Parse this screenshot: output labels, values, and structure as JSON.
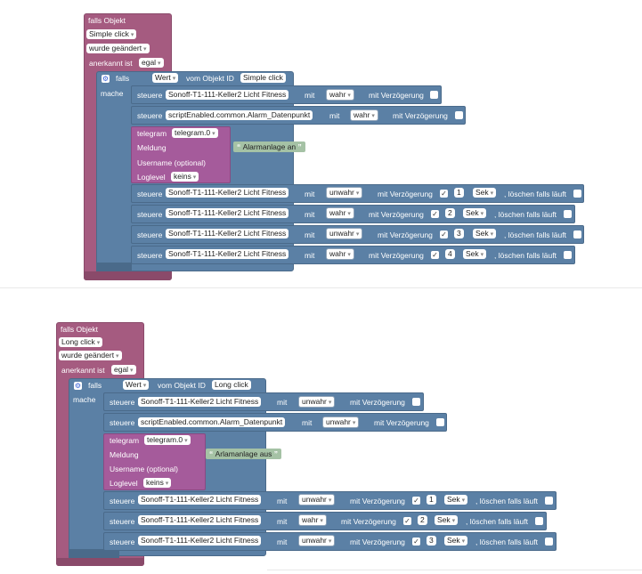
{
  "scripts": [
    {
      "head": "falls Objekt",
      "trigger": "Simple click",
      "changed": "wurde geändert",
      "ack_label": "anerkannt ist",
      "ack_value": "egal",
      "if_label": "falls",
      "if_value": "Wert",
      "if_from": "vom Objekt ID",
      "if_object": "Simple click",
      "do_label": "mache",
      "lines": [
        {
          "set": "steuere",
          "obj": "Sonoff-T1-111-Keller2 Licht Fitness",
          "mit": "mit",
          "val": "wahr",
          "delay": "mit Verzögerung",
          "checked": false
        },
        {
          "set": "steuere",
          "obj": "scriptEnabled.common.Alarm_Datenpunkt",
          "mit": "mit",
          "val": "wahr",
          "delay": "mit Verzögerung",
          "checked": false
        }
      ],
      "telegram": {
        "label": "telegram",
        "inst": "telegram.0",
        "msg_label": "Meldung",
        "msg": "Alarmanlage an",
        "user": "Username (optional)",
        "log_label": "Loglevel",
        "log": "keins"
      },
      "timed": [
        {
          "set": "steuere",
          "obj": "Sonoff-T1-111-Keller2 Licht Fitness",
          "mit": "mit",
          "val": "unwahr",
          "delay": "mit Verzögerung",
          "n": "1",
          "unit": "Sek",
          "clear": ", löschen falls läuft"
        },
        {
          "set": "steuere",
          "obj": "Sonoff-T1-111-Keller2 Licht Fitness",
          "mit": "mit",
          "val": "wahr",
          "delay": "mit Verzögerung",
          "n": "2",
          "unit": "Sek",
          "clear": ", löschen falls läuft"
        },
        {
          "set": "steuere",
          "obj": "Sonoff-T1-111-Keller2 Licht Fitness",
          "mit": "mit",
          "val": "unwahr",
          "delay": "mit Verzögerung",
          "n": "3",
          "unit": "Sek",
          "clear": ", löschen falls läuft"
        },
        {
          "set": "steuere",
          "obj": "Sonoff-T1-111-Keller2 Licht Fitness",
          "mit": "mit",
          "val": "wahr",
          "delay": "mit Verzögerung",
          "n": "4",
          "unit": "Sek",
          "clear": ", löschen falls läuft"
        }
      ]
    },
    {
      "head": "falls Objekt",
      "trigger": "Long click",
      "changed": "wurde geändert",
      "ack_label": "anerkannt ist",
      "ack_value": "egal",
      "if_label": "falls",
      "if_value": "Wert",
      "if_from": "vom Objekt ID",
      "if_object": "Long click",
      "do_label": "mache",
      "lines": [
        {
          "set": "steuere",
          "obj": "Sonoff-T1-111-Keller2 Licht Fitness",
          "mit": "mit",
          "val": "unwahr",
          "delay": "mit Verzögerung",
          "checked": false
        },
        {
          "set": "steuere",
          "obj": "scriptEnabled.common.Alarm_Datenpunkt",
          "mit": "mit",
          "val": "unwahr",
          "delay": "mit Verzögerung",
          "checked": false
        }
      ],
      "telegram": {
        "label": "telegram",
        "inst": "telegram.0",
        "msg_label": "Meldung",
        "msg": "Arlamanlage aus",
        "user": "Username (optional)",
        "log_label": "Loglevel",
        "log": "keins"
      },
      "timed": [
        {
          "set": "steuere",
          "obj": "Sonoff-T1-111-Keller2 Licht Fitness",
          "mit": "mit",
          "val": "unwahr",
          "delay": "mit Verzögerung",
          "n": "1",
          "unit": "Sek",
          "clear": ", löschen falls läuft"
        },
        {
          "set": "steuere",
          "obj": "Sonoff-T1-111-Keller2 Licht Fitness",
          "mit": "mit",
          "val": "wahr",
          "delay": "mit Verzögerung",
          "n": "2",
          "unit": "Sek",
          "clear": ", löschen falls läuft"
        },
        {
          "set": "steuere",
          "obj": "Sonoff-T1-111-Keller2 Licht Fitness",
          "mit": "mit",
          "val": "unwahr",
          "delay": "mit Verzögerung",
          "n": "3",
          "unit": "Sek",
          "clear": ", löschen falls läuft"
        }
      ]
    }
  ],
  "icons": {
    "gear": "gear-icon",
    "check": "checkmark-icon",
    "quote": "quote-icon"
  },
  "colors": {
    "trigger": "#a55b80",
    "logic": "#5b80a5",
    "telegram": "#a55b9b",
    "string": "#a5c2a5"
  }
}
